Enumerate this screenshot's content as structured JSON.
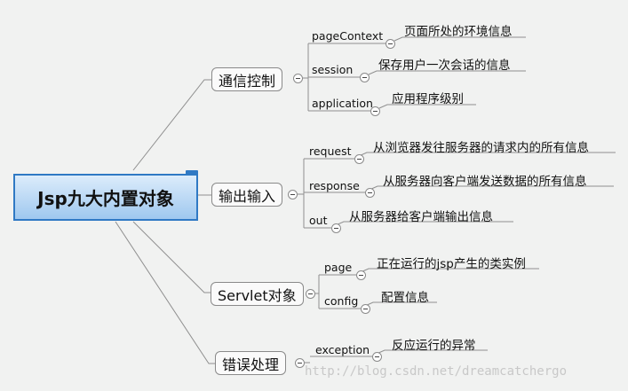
{
  "mindmap": {
    "central": "Jsp九大内置对象",
    "branches": [
      {
        "label": "通信控制",
        "children": [
          {
            "label": "pageContext",
            "desc": "页面所处的环境信息"
          },
          {
            "label": "session",
            "desc": "保存用户一次会话的信息"
          },
          {
            "label": "application",
            "desc": "应用程序级别"
          }
        ]
      },
      {
        "label": "输出输入",
        "children": [
          {
            "label": "request",
            "desc": "从浏览器发往服务器的请求内的所有信息"
          },
          {
            "label": "response",
            "desc": "从服务器向客户端发送数据的所有信息"
          },
          {
            "label": "out",
            "desc": "从服务器给客户端输出信息"
          }
        ]
      },
      {
        "label": "Servlet对象",
        "children": [
          {
            "label": "page",
            "desc": "正在运行的jsp产生的类实例"
          },
          {
            "label": "config",
            "desc": "配置信息"
          }
        ]
      },
      {
        "label": "错误处理",
        "children": [
          {
            "label": "exception",
            "desc": "反应运行的异常"
          }
        ]
      }
    ]
  },
  "watermark": "http://blog.csdn.net/dreamcatchergo"
}
